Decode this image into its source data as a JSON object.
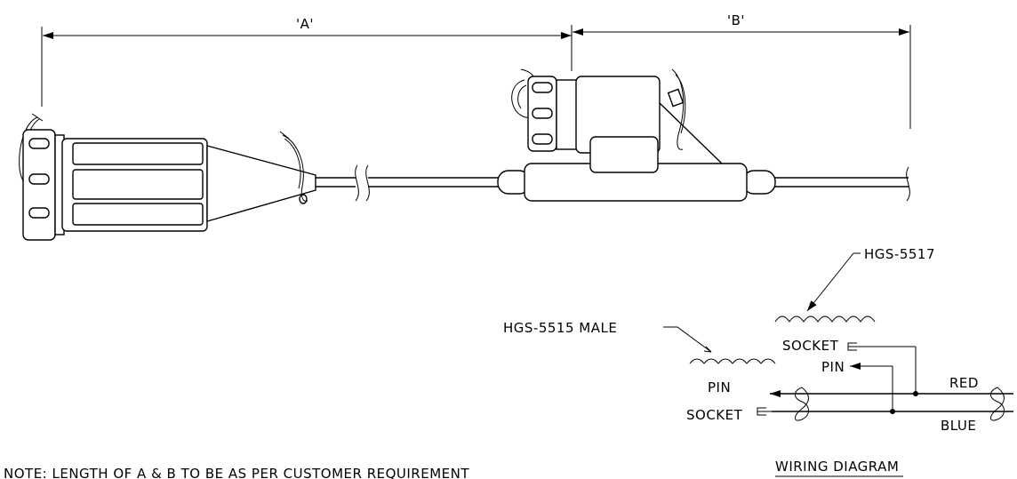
{
  "dimensions": {
    "a_label": "'A'",
    "b_label": "'B'"
  },
  "callouts": {
    "right_connector_part": "HGS-5517",
    "left_connector_part": "HGS-5515 MALE"
  },
  "wiring": {
    "left_pin": "PIN",
    "left_socket": "SOCKET",
    "right_socket": "SOCKET",
    "right_pin": "PIN",
    "wire_red": "RED",
    "wire_blue": "BLUE",
    "title": "WIRING DIAGRAM"
  },
  "note": "NOTE: LENGTH OF A & B  TO BE AS PER CUSTOMER REQUIREMENT"
}
